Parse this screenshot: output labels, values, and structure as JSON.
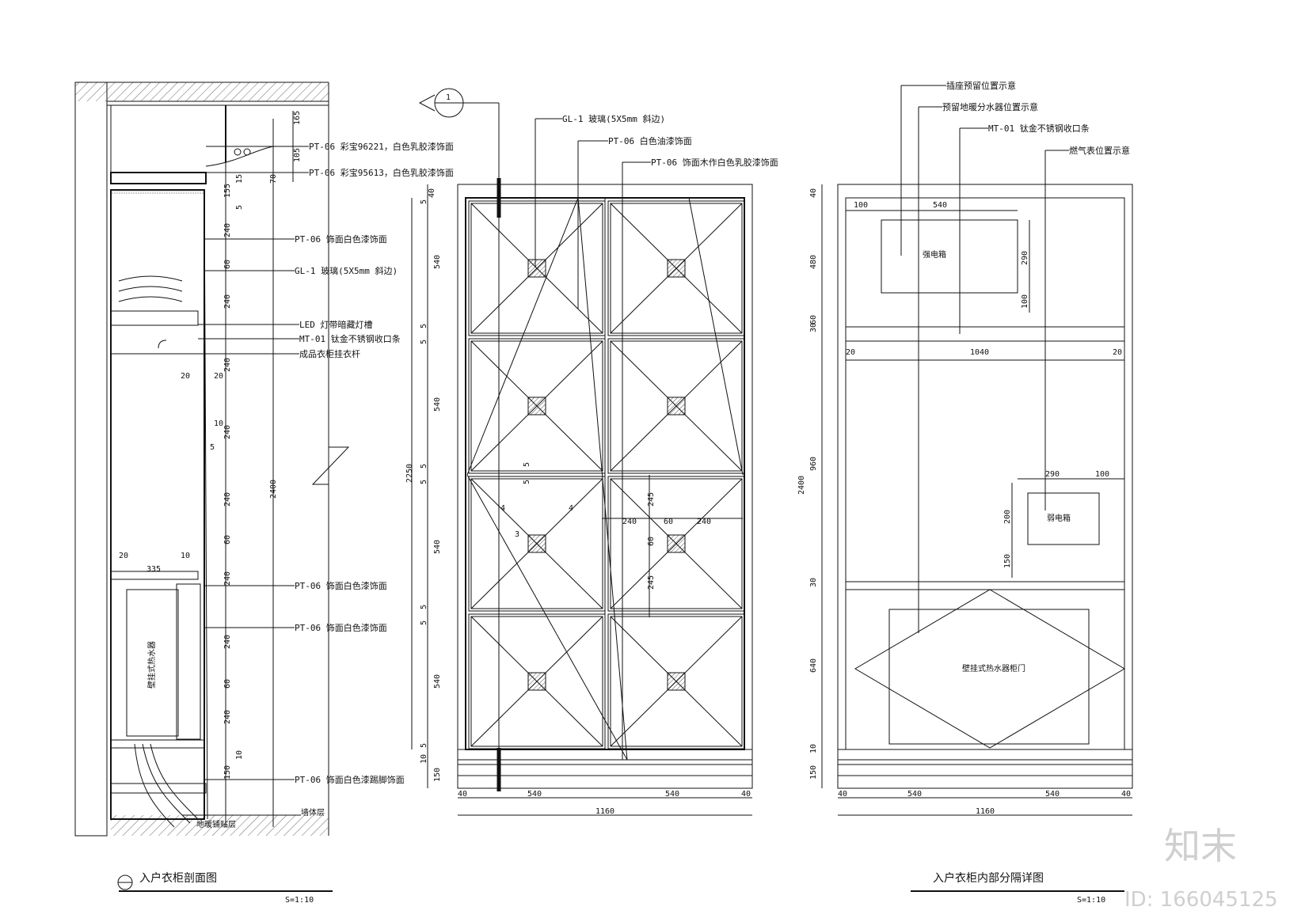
{
  "titles": {
    "left_title": "入户衣柜剖面图",
    "left_scale": "S=1:10",
    "right_title": "入户衣柜内部分隔详图",
    "right_scale": "S=1:10",
    "section_mark": "1"
  },
  "left_callouts": [
    "PT-06 彩宝96221，白色乳胶漆饰面",
    "PT-06 彩宝95613，白色乳胶漆饰面",
    "PT-06 饰面白色漆饰面",
    "GL-1 玻璃(5X5mm 斜边)",
    "LED 灯带暗藏灯槽",
    "MT-01 钛金不锈钢收口条",
    "成品衣柜挂衣杆",
    "PT-06 饰面白色漆饰面",
    "PT-06 饰面白色漆饰面",
    "PT-06 饰面白色漆踢脚饰面"
  ],
  "left_labels": {
    "heater": "壁挂式热水器",
    "floor": "地暖铺贴层",
    "wall": "墙体层"
  },
  "left_dims": {
    "d165": "165",
    "d105": "105",
    "d70": "70",
    "d15": "15",
    "d10": "10",
    "d155": "155",
    "d5": "5",
    "d240": "240",
    "d60": "60",
    "d20": "20",
    "d335": "335",
    "d150": "150",
    "d2400": "2400"
  },
  "mid_callouts": [
    "GL-1 玻璃(5X5mm 斜边)",
    "PT-06 白色油漆饰面",
    "PT-06 饰面木作白色乳胶漆饰面"
  ],
  "mid_dims": {
    "d40": "40",
    "d540": "540",
    "d5": "5",
    "d2250": "2250",
    "d150": "150",
    "d10": "10",
    "d1160": "1160",
    "d240": "240",
    "d60": "60",
    "d245": "245",
    "d3": "3",
    "d4": "4"
  },
  "right_callouts": [
    "插座预留位置示意",
    "预留地暖分水器位置示意",
    "MT-01 钛金不锈钢收口条",
    "燃气表位置示意"
  ],
  "right_labels": {
    "box1": "强电箱",
    "box2": "弱电箱",
    "box3": "壁挂式热水器柜门"
  },
  "right_dims": {
    "d100": "100",
    "d540": "540",
    "d290": "290",
    "d480": "480",
    "d30": "30",
    "d60": "60",
    "d20": "20",
    "d1040": "1040",
    "d960": "960",
    "d2400": "2400",
    "d200": "200",
    "d150": "150",
    "d640": "640",
    "d10": "10",
    "d40": "40",
    "d1160": "1160"
  },
  "watermark": {
    "brand": "知末",
    "id": "ID: 166045125"
  }
}
